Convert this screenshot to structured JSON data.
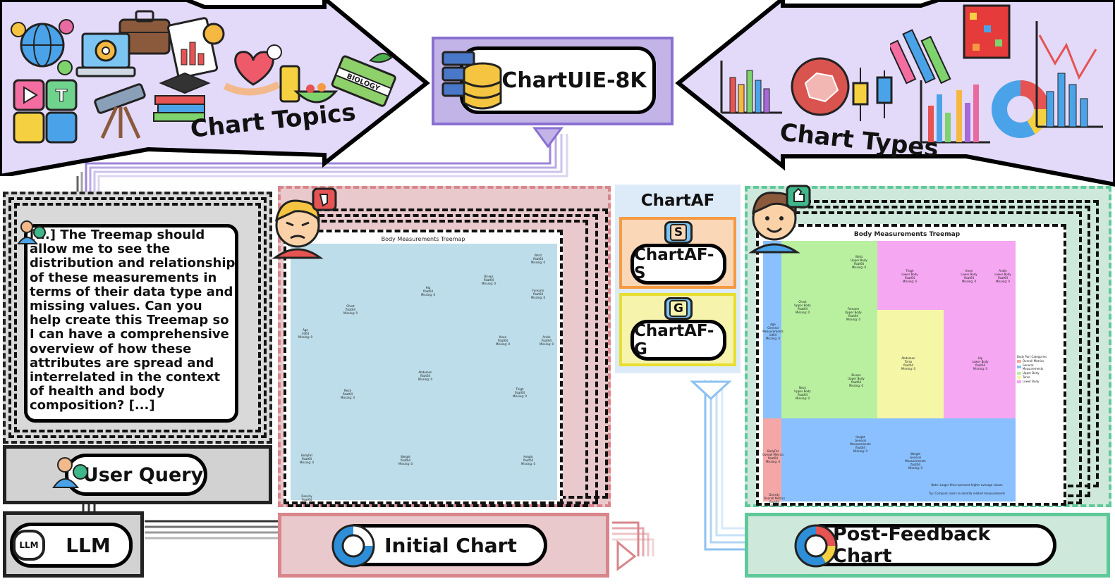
{
  "dataset": {
    "label": "ChartUIE-8K"
  },
  "banners": {
    "topics": "Chart Topics",
    "types": "Chart Types"
  },
  "query": {
    "text": "[...]  The Treemap should allow me to see the distribution and relationship of these measurements in terms of their data type and missing values. Can you help create this Treemap so I can have a comprehensive overview of how these attributes are spread and interrelated in the context of health and body composition? [...]",
    "label": "User Query"
  },
  "llm": {
    "label": "LLM",
    "icon_text": "LLM"
  },
  "initial": {
    "label": "Initial Chart",
    "title": "Body Measurements Treemap",
    "cells": [
      {
        "t": "Wrist\nfloat64\nMissing: 0"
      },
      {
        "t": "Biceps\nfloat64\nMissing: 0"
      },
      {
        "t": "Hip\nfloat64\nMissing: 0"
      },
      {
        "t": "Forearm\nfloat64\nMissing: 0"
      },
      {
        "t": "Chest\nfloat64\nMissing: 0"
      },
      {
        "t": "Age\nint64\nMissing: 0"
      },
      {
        "t": "Knee\nfloat64\nMissing: 0"
      },
      {
        "t": "Ankle\nfloat64\nMissing: 0"
      },
      {
        "t": "Abdomen\nfloat64\nMissing: 0"
      },
      {
        "t": "Neck\nfloat64\nMissing: 0"
      },
      {
        "t": "Thigh\nfloat64\nMissing: 0"
      },
      {
        "t": "BodyFat\nfloat64\nMissing: 0"
      },
      {
        "t": "Weight\nfloat64\nMissing: 0"
      },
      {
        "t": "Height\nfloat64\nMissing: 0"
      },
      {
        "t": "Density\nfloat64\nMissing: 0"
      }
    ]
  },
  "chartaf": {
    "title": "ChartAF",
    "s_badge": "S",
    "s_label": "ChartAF-S",
    "g_badge": "G",
    "g_label": "ChartAF-G"
  },
  "post": {
    "label": "Post-Feedback Chart",
    "title": "Body Measurements Treemap",
    "cells": [
      {
        "t": "Wrist\nUpper Body\nfloat64\nMissing: 0"
      },
      {
        "t": "Thigh\nLower Body\nfloat64\nMissing: 0"
      },
      {
        "t": "Knee\nLower Body\nfloat64\nMissing: 0"
      },
      {
        "t": "Ankle\nLower Body\nfloat64\nMissing: 0"
      },
      {
        "t": "Chest\nUpper Body\nfloat64\nMissing: 0"
      },
      {
        "t": "Forearm\nUpper Body\nfloat64\nMissing: 0"
      },
      {
        "t": "Age\nGeneral Measurements\nint64\nMissing: 0"
      },
      {
        "t": "Abdomen\nTorso\nfloat64\nMissing: 0"
      },
      {
        "t": "Hip\nLower Body\nfloat64\nMissing: 0"
      },
      {
        "t": "Biceps\nUpper Body\nfloat64\nMissing: 0"
      },
      {
        "t": "Neck\nUpper Body\nfloat64\nMissing: 0"
      },
      {
        "t": "Height\nGeneral Measurements\nfloat64\nMissing: 0"
      },
      {
        "t": "BodyFat\nOverall Metrics\nfloat64\nMissing: 0"
      },
      {
        "t": "Weight\nGeneral Measurements\nfloat64\nMissing: 0"
      },
      {
        "t": "Density\nOverall Metrics\nfloat64\nMissing: 0"
      }
    ],
    "legend_title": "Body Part Categories",
    "legend": [
      "Overall Metrics",
      "General Measurements",
      "Upper Body",
      "Torso",
      "Lower Body"
    ],
    "note1": "Note: Larger tiles represent higher average values",
    "note2": "Tip: Compare colors to identify related measurements"
  },
  "colors": {
    "purple": "#e3d9f9",
    "purple_border": "#8a6fd1",
    "red_frame": "#d9858c",
    "red_fill": "#e9c9cb",
    "green_frame": "#5fc99a",
    "green_fill": "#cfe8dc",
    "treemap_blue": "#bcdde9",
    "af_blue": "#ddebf8",
    "orange": "#fad7b6",
    "yellow": "#f6f3ad",
    "tm_green": "#b8f0a0",
    "tm_pink": "#f6a7f2",
    "tm_yellow": "#f5f7a6",
    "tm_blue": "#8ac0ff",
    "tm_red": "#f5a7a7"
  },
  "icons": [
    "globe-people-icon",
    "briefcase-icon",
    "laptop-gear-icon",
    "chart-document-icon",
    "heart-hand-icon",
    "books-graduation-icon",
    "telescope-icon",
    "media-tiles-icon",
    "drink-salad-icon",
    "biology-book-icon",
    "database-server-icon",
    "bar-chart-icon",
    "map-chart-icon",
    "box-plot-icon",
    "heatmap-icon",
    "donut-chart-icon",
    "angry-user-icon",
    "happy-user-icon",
    "robot-icon",
    "user-question-icon",
    "llm-head-icon"
  ]
}
